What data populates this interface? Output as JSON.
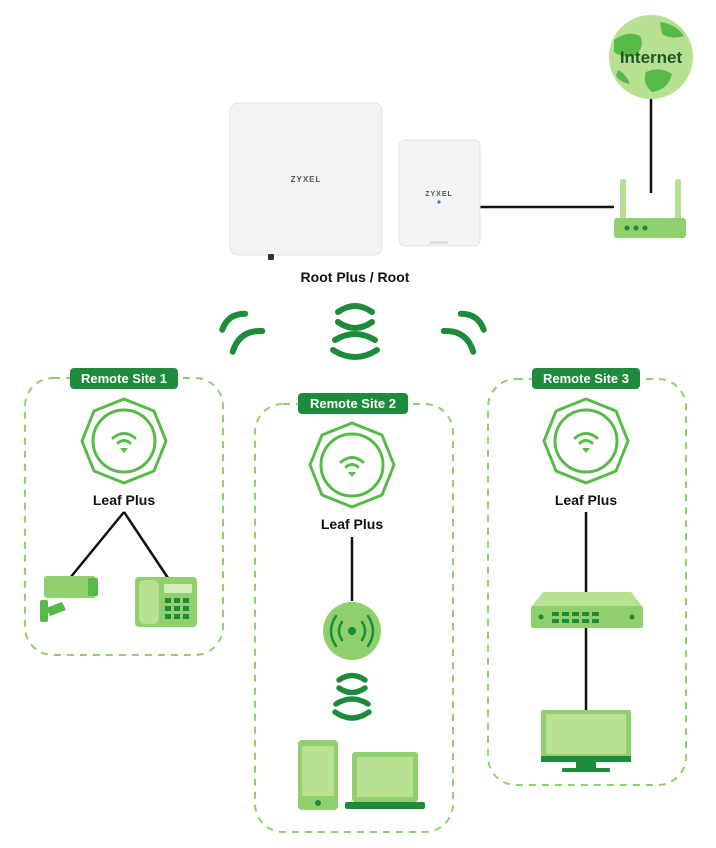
{
  "colors": {
    "green_dark": "#1e8a3c",
    "green_mid": "#57b947",
    "green_light": "#b7e093",
    "green_pale": "#d4edbc",
    "dash": "#8fd06c",
    "device_white": "#f4f4f4"
  },
  "internet": {
    "label": "Internet",
    "icon": "globe-icon"
  },
  "router": {
    "icon": "router-icon"
  },
  "root": {
    "label": "Root Plus / Root",
    "device_large_brand": "ZYXEL",
    "device_small_brand": "ZYXEL"
  },
  "sites": [
    {
      "label": "Remote Site 1",
      "leaf_label": "Leaf Plus",
      "devices": [
        "security-camera-icon",
        "desk-phone-icon"
      ]
    },
    {
      "label": "Remote Site 2",
      "leaf_label": "Leaf Plus",
      "devices": [
        "access-point-icon",
        "smartphone-icon",
        "laptop-icon"
      ]
    },
    {
      "label": "Remote Site 3",
      "leaf_label": "Leaf Plus",
      "devices": [
        "network-switch-icon",
        "monitor-icon"
      ]
    }
  ]
}
